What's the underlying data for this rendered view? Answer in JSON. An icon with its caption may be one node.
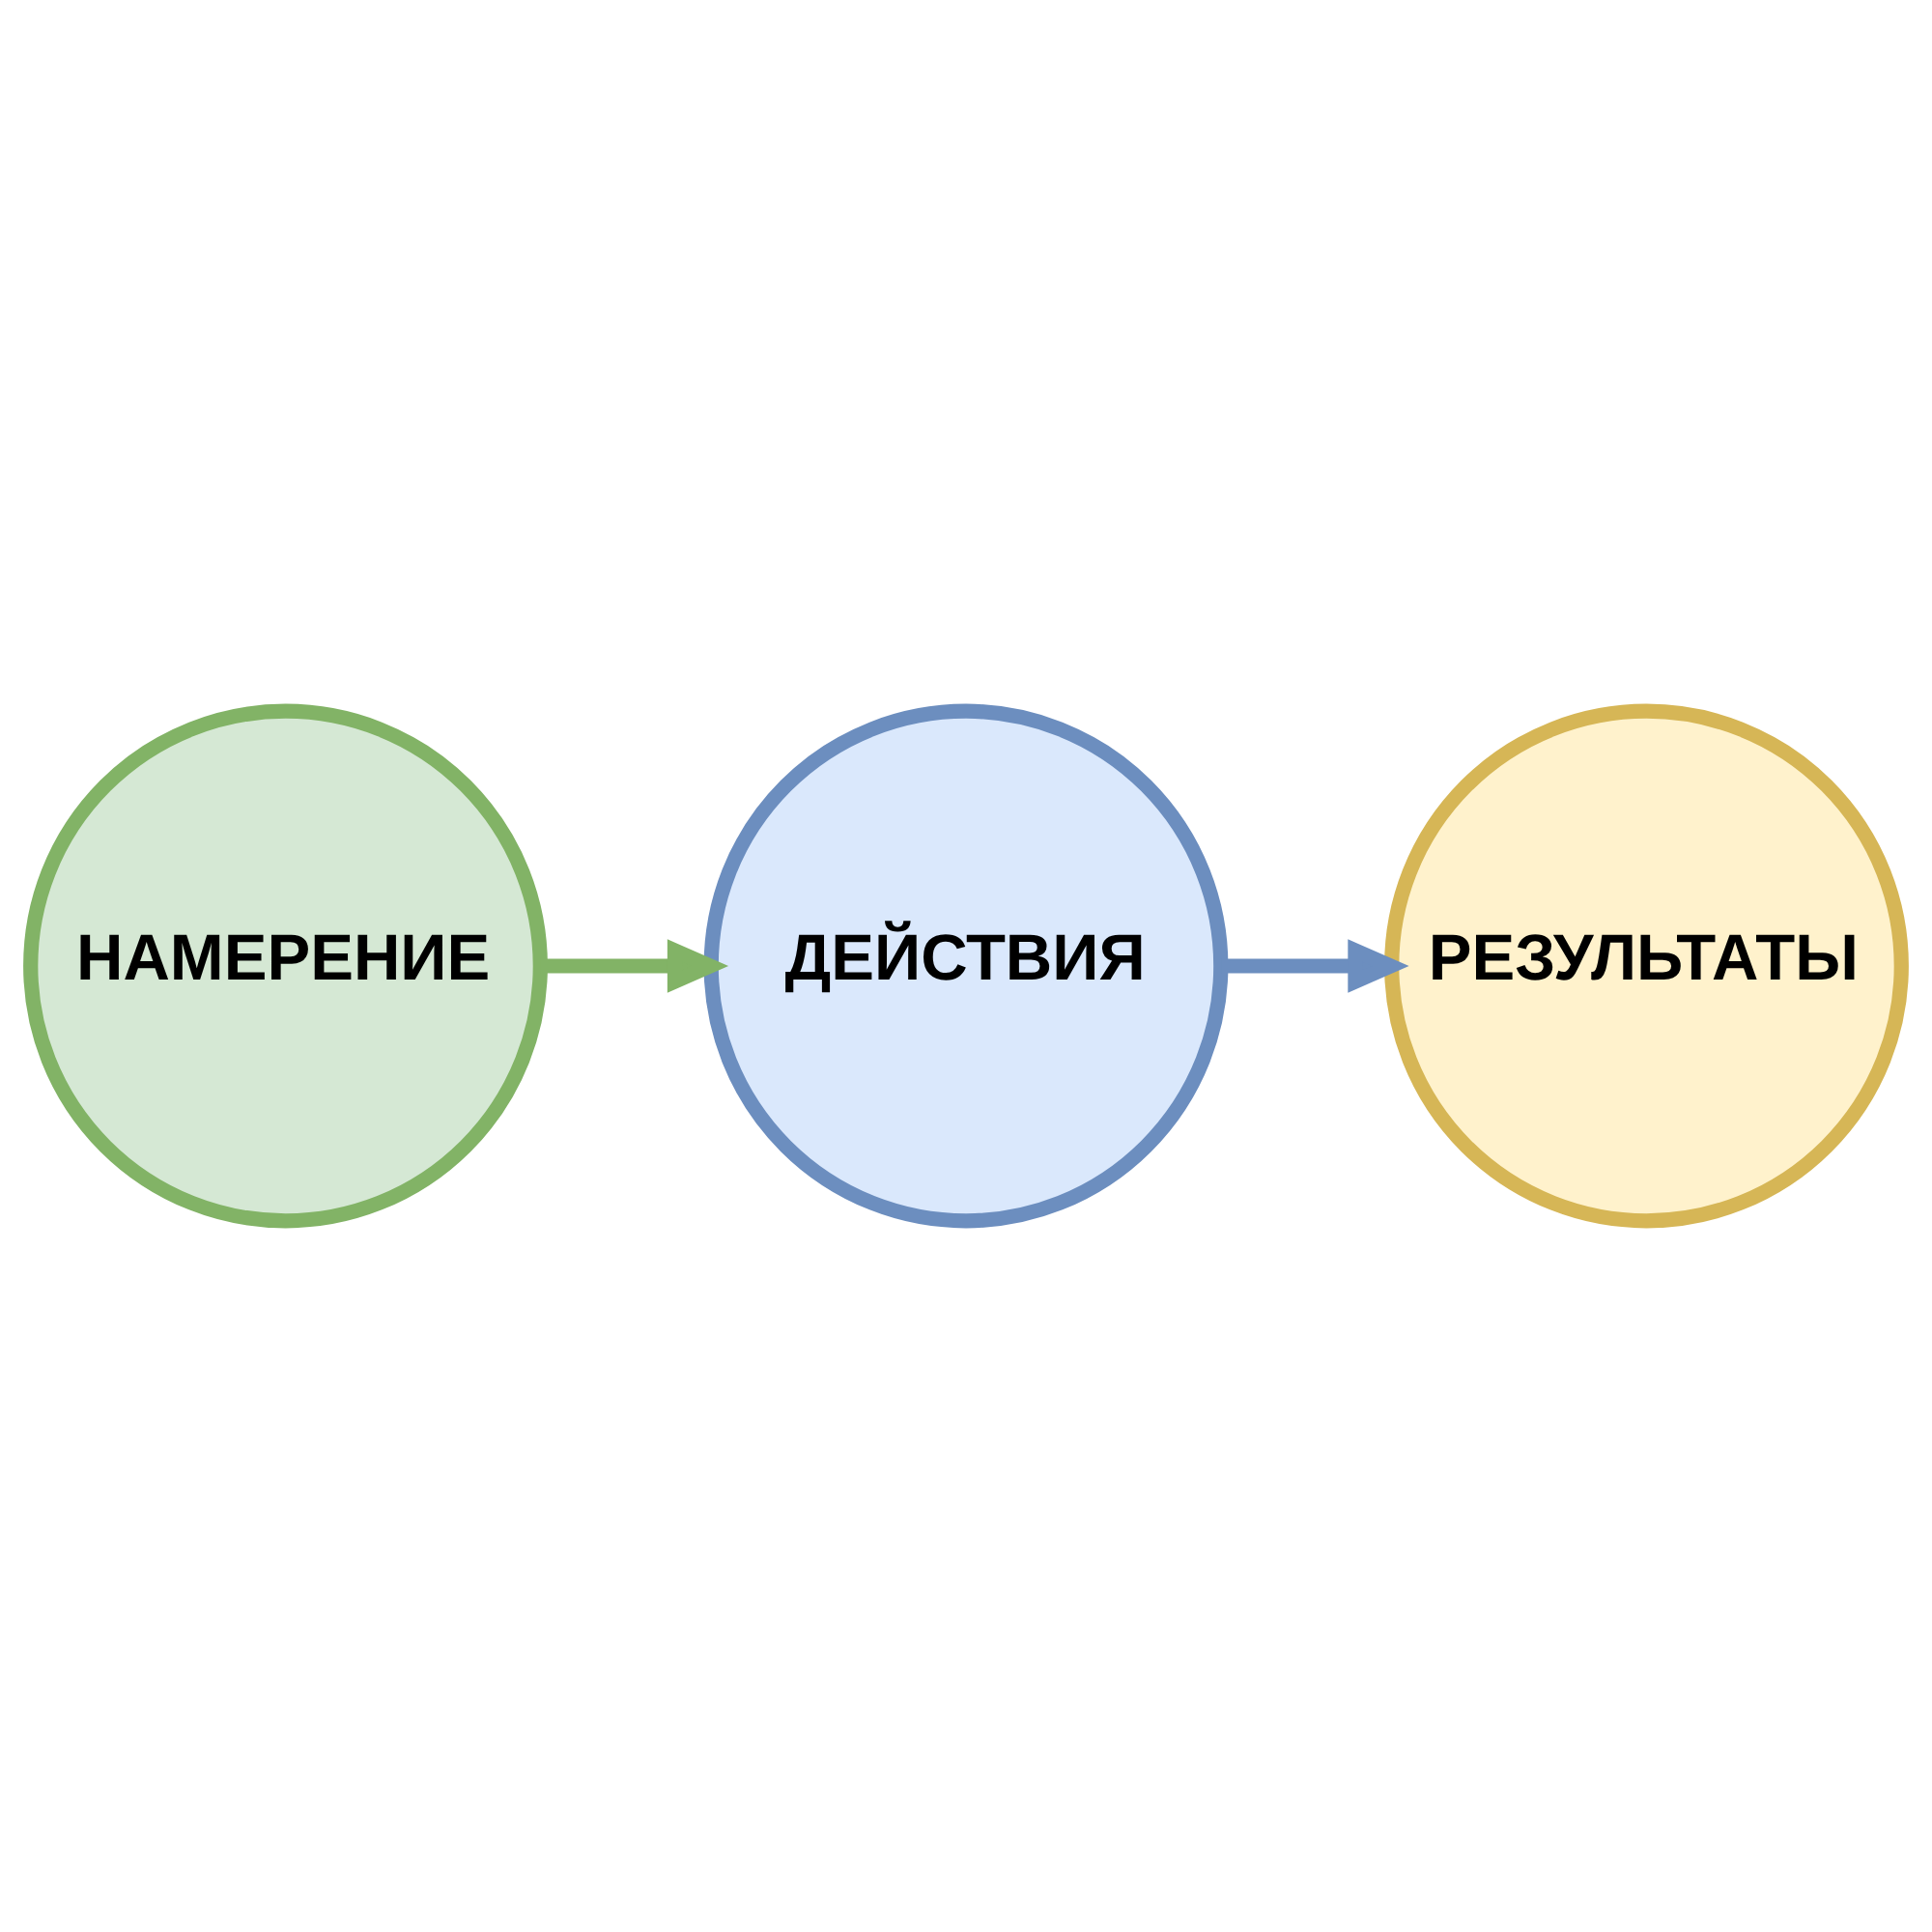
{
  "diagram": {
    "nodes": [
      {
        "text": [
          "НАМЕРЕНИЕ"
        ]
      },
      {
        "text": [
          "ДЕЙСТВИЯ"
        ]
      },
      {
        "text": [
          "РЕЗУЛЬТАТЫ"
        ]
      }
    ],
    "edges": [
      {
        "from": 0,
        "to": 1,
        "arrow": "to",
        "color": "#82b366"
      },
      {
        "from": 1,
        "to": 2,
        "arrow": "to",
        "color": "#6c8ebf"
      }
    ]
  }
}
